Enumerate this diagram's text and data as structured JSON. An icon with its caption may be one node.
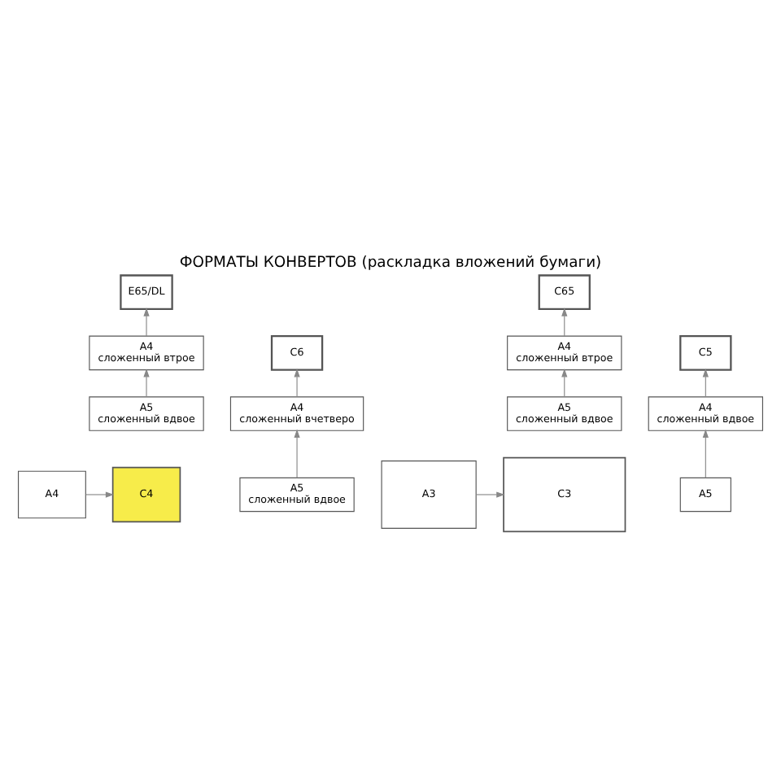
{
  "diagram": {
    "title": "ФОРМАТЫ КОНВЕРТОВ (раскладка вложений бумаги)",
    "nodes": [
      {
        "text": [
          "E65/DL"
        ]
      },
      {
        "text": [
          "A4",
          "сложенный втрое"
        ]
      },
      {
        "text": [
          "A5",
          "сложенный вдвое"
        ]
      },
      {
        "text": [
          "C6"
        ]
      },
      {
        "text": [
          "A4",
          "сложенный вчетверо"
        ]
      },
      {
        "text": [
          "A5",
          "сложенный вдвое"
        ]
      },
      {
        "text": [
          "C65"
        ]
      },
      {
        "text": [
          "A4",
          "сложенный втрое"
        ]
      },
      {
        "text": [
          "A5",
          "сложенный вдвое"
        ]
      },
      {
        "text": [
          "C5"
        ]
      },
      {
        "text": [
          "A4",
          "сложенный вдвое"
        ]
      },
      {
        "text": [
          "A5"
        ]
      },
      {
        "text": [
          "C4"
        ]
      },
      {
        "text": [
          "A4"
        ]
      },
      {
        "text": [
          "C3"
        ]
      },
      {
        "text": [
          "A3"
        ]
      }
    ],
    "edges": [
      {
        "from": 2,
        "to": 1,
        "arrow": "to"
      },
      {
        "from": 1,
        "to": 0,
        "arrow": "to"
      },
      {
        "from": 5,
        "to": 4,
        "arrow": "to"
      },
      {
        "from": 4,
        "to": 3,
        "arrow": "to"
      },
      {
        "from": 8,
        "to": 7,
        "arrow": "to"
      },
      {
        "from": 7,
        "to": 6,
        "arrow": "to"
      },
      {
        "from": 11,
        "to": 10,
        "arrow": "to"
      },
      {
        "from": 10,
        "to": 9,
        "arrow": "to"
      },
      {
        "from": 13,
        "to": 12,
        "arrow": "to"
      },
      {
        "from": 15,
        "to": 14,
        "arrow": "to"
      }
    ]
  }
}
